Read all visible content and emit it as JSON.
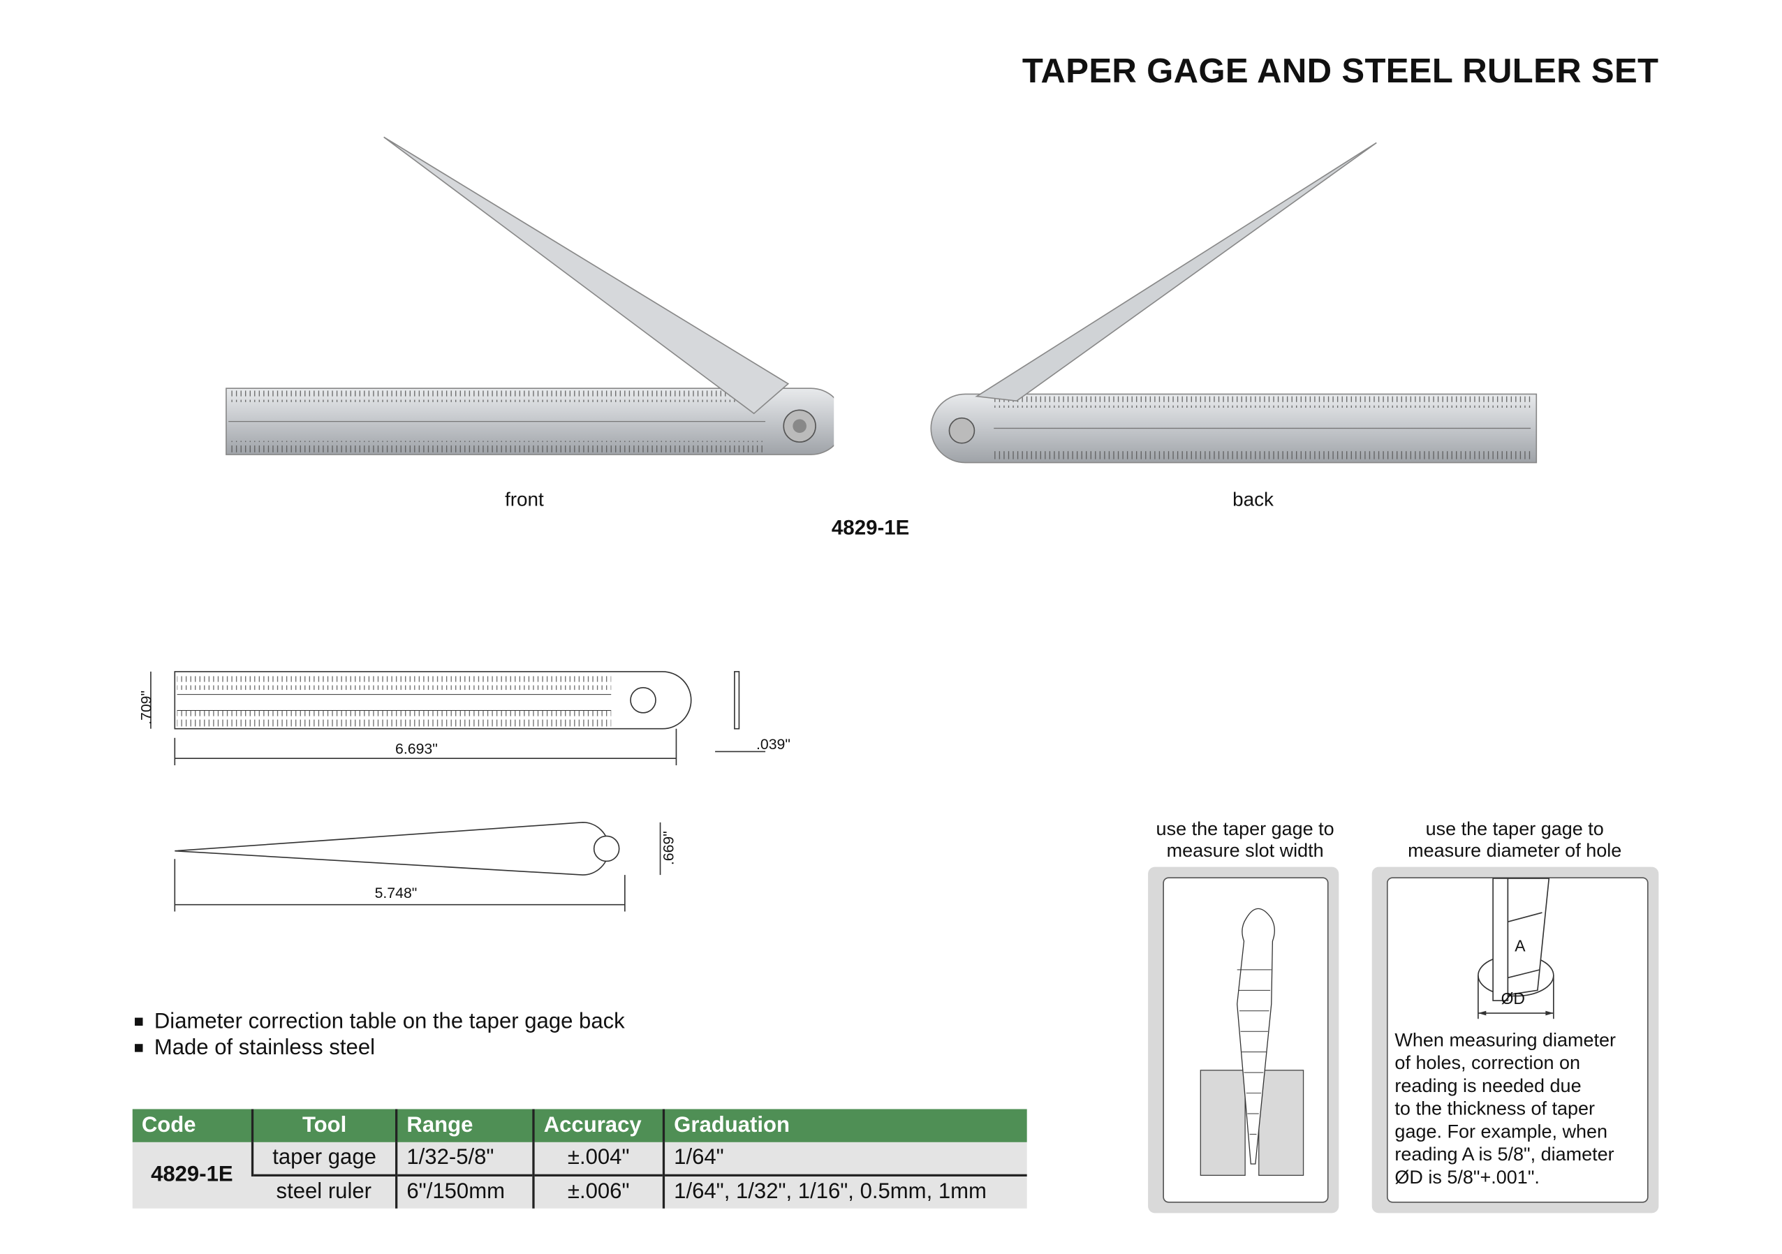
{
  "title": "TAPER GAGE AND STEEL RULER SET",
  "photos": {
    "front_label": "front",
    "back_label": "back",
    "model_code": "4829-1E"
  },
  "dimensions": {
    "ruler_width": ".709\"",
    "ruler_length": "6.693\"",
    "ruler_thickness": ".039\"",
    "taper_width": ".669\"",
    "taper_length": "5.748\""
  },
  "features": [
    "Diameter correction table on the taper gage back",
    "Made of stainless steel"
  ],
  "table": {
    "headers": [
      "Code",
      "Tool",
      "Range",
      "Accuracy",
      "Graduation"
    ],
    "code": "4829-1E",
    "rows": [
      {
        "tool": "taper gage",
        "range": "1/32-5/8\"",
        "accuracy": "±.004\"",
        "graduation": "1/64\""
      },
      {
        "tool": "steel ruler",
        "range": "6\"/150mm",
        "accuracy": "±.006\"",
        "graduation": "1/64\", 1/32\", 1/16\", 0.5mm, 1mm"
      }
    ]
  },
  "usage": {
    "slot": {
      "caption_line1": "use the taper gage to",
      "caption_line2": "measure slot width"
    },
    "hole": {
      "caption_line1": "use the taper gage to",
      "caption_line2": "measure diameter of hole",
      "label_a": "A",
      "label_d": "ØD",
      "note_lines": [
        "When measuring diameter",
        "of holes, correction on",
        "reading is needed due",
        "to the thickness of taper",
        "gage. For example, when",
        "reading A is 5/8\", diameter",
        "ØD is 5/8\"+.001\"."
      ]
    }
  },
  "colors": {
    "table_header": "#4f8f55",
    "table_body": "#e4e4e4",
    "panel_frame": "#d9d9d9",
    "steel": "#c9ccd0"
  }
}
